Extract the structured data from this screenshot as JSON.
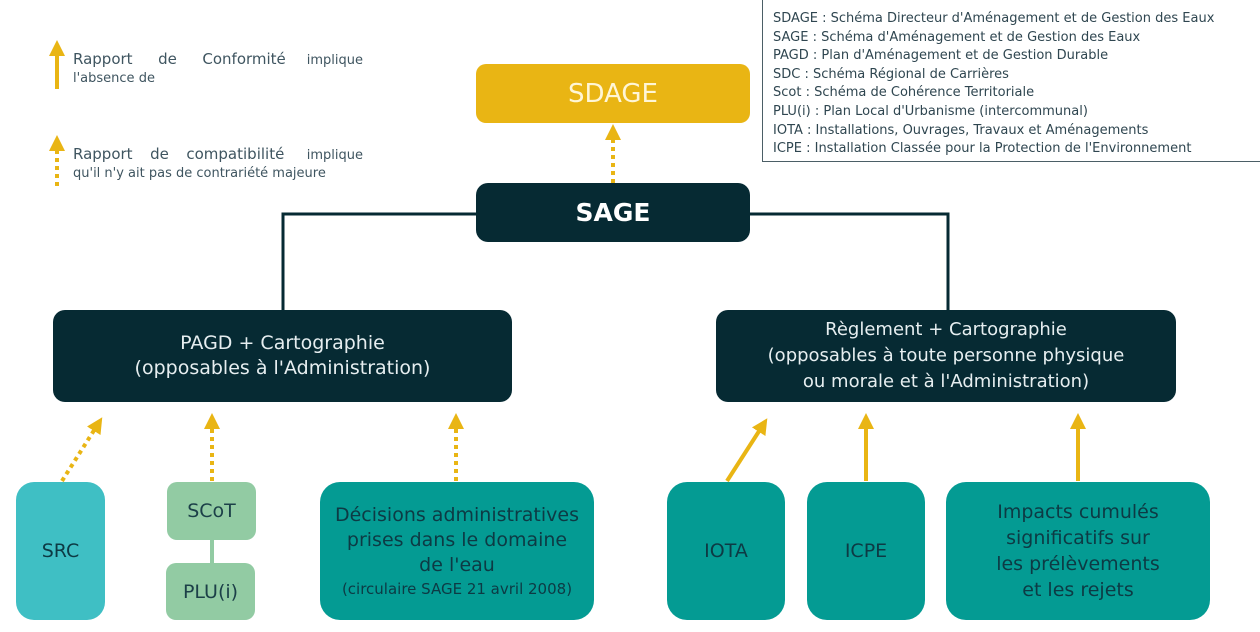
{
  "legend": {
    "conformity": {
      "title": "Rapport  de  Conformité",
      "desc_suffix": "implique",
      "desc_line2": "l'absence de"
    },
    "compatibility": {
      "title": "Rapport  de  compatibilité",
      "desc_suffix": "implique",
      "desc_line2": "qu'il n'y ait pas de contrariété majeure"
    }
  },
  "glossary": [
    "SDAGE : Schéma Directeur d'Aménagement et de Gestion des Eaux",
    "SAGE : Schéma d'Aménagement et de Gestion des Eaux",
    "PAGD : Plan d'Aménagement et de Gestion Durable",
    "SDC : Schéma Régional de Carrières",
    "Scot : Schéma de Cohérence Territoriale",
    "PLU(i) : Plan Local d'Urbanisme (intercommunal)",
    "IOTA : Installations, Ouvrages, Travaux et Aménagements",
    "ICPE : Installation Classée pour la Protection de l'Environnement"
  ],
  "nodes": {
    "sdage": "SDAGE",
    "sage": "SAGE",
    "pagd": {
      "line1": "PAGD + Cartographie",
      "line2": "(opposables à l'Administration)"
    },
    "reglement": {
      "line1": "Règlement + Cartographie",
      "line2": "(opposables à toute personne physique",
      "line3": "ou morale et à l'Administration)"
    },
    "src": "SRC",
    "scot": "SCoT",
    "plu": "PLU(i)",
    "decisions": {
      "line1": "Décisions administratives",
      "line2": "prises dans le domaine",
      "line3": "de l'eau",
      "note": "(circulaire SAGE 21 avril 2008)"
    },
    "iota": "IOTA",
    "icpe": "ICPE",
    "impacts": {
      "line1": "Impacts cumulés",
      "line2": "significatifs sur",
      "line3": "les prélèvements",
      "line4": "et les rejets"
    }
  },
  "colors": {
    "arrow": "#e9b514",
    "dark": "#062a33",
    "teal": "#049b93",
    "cyan": "#3fbfc4",
    "green": "#92cba3"
  }
}
